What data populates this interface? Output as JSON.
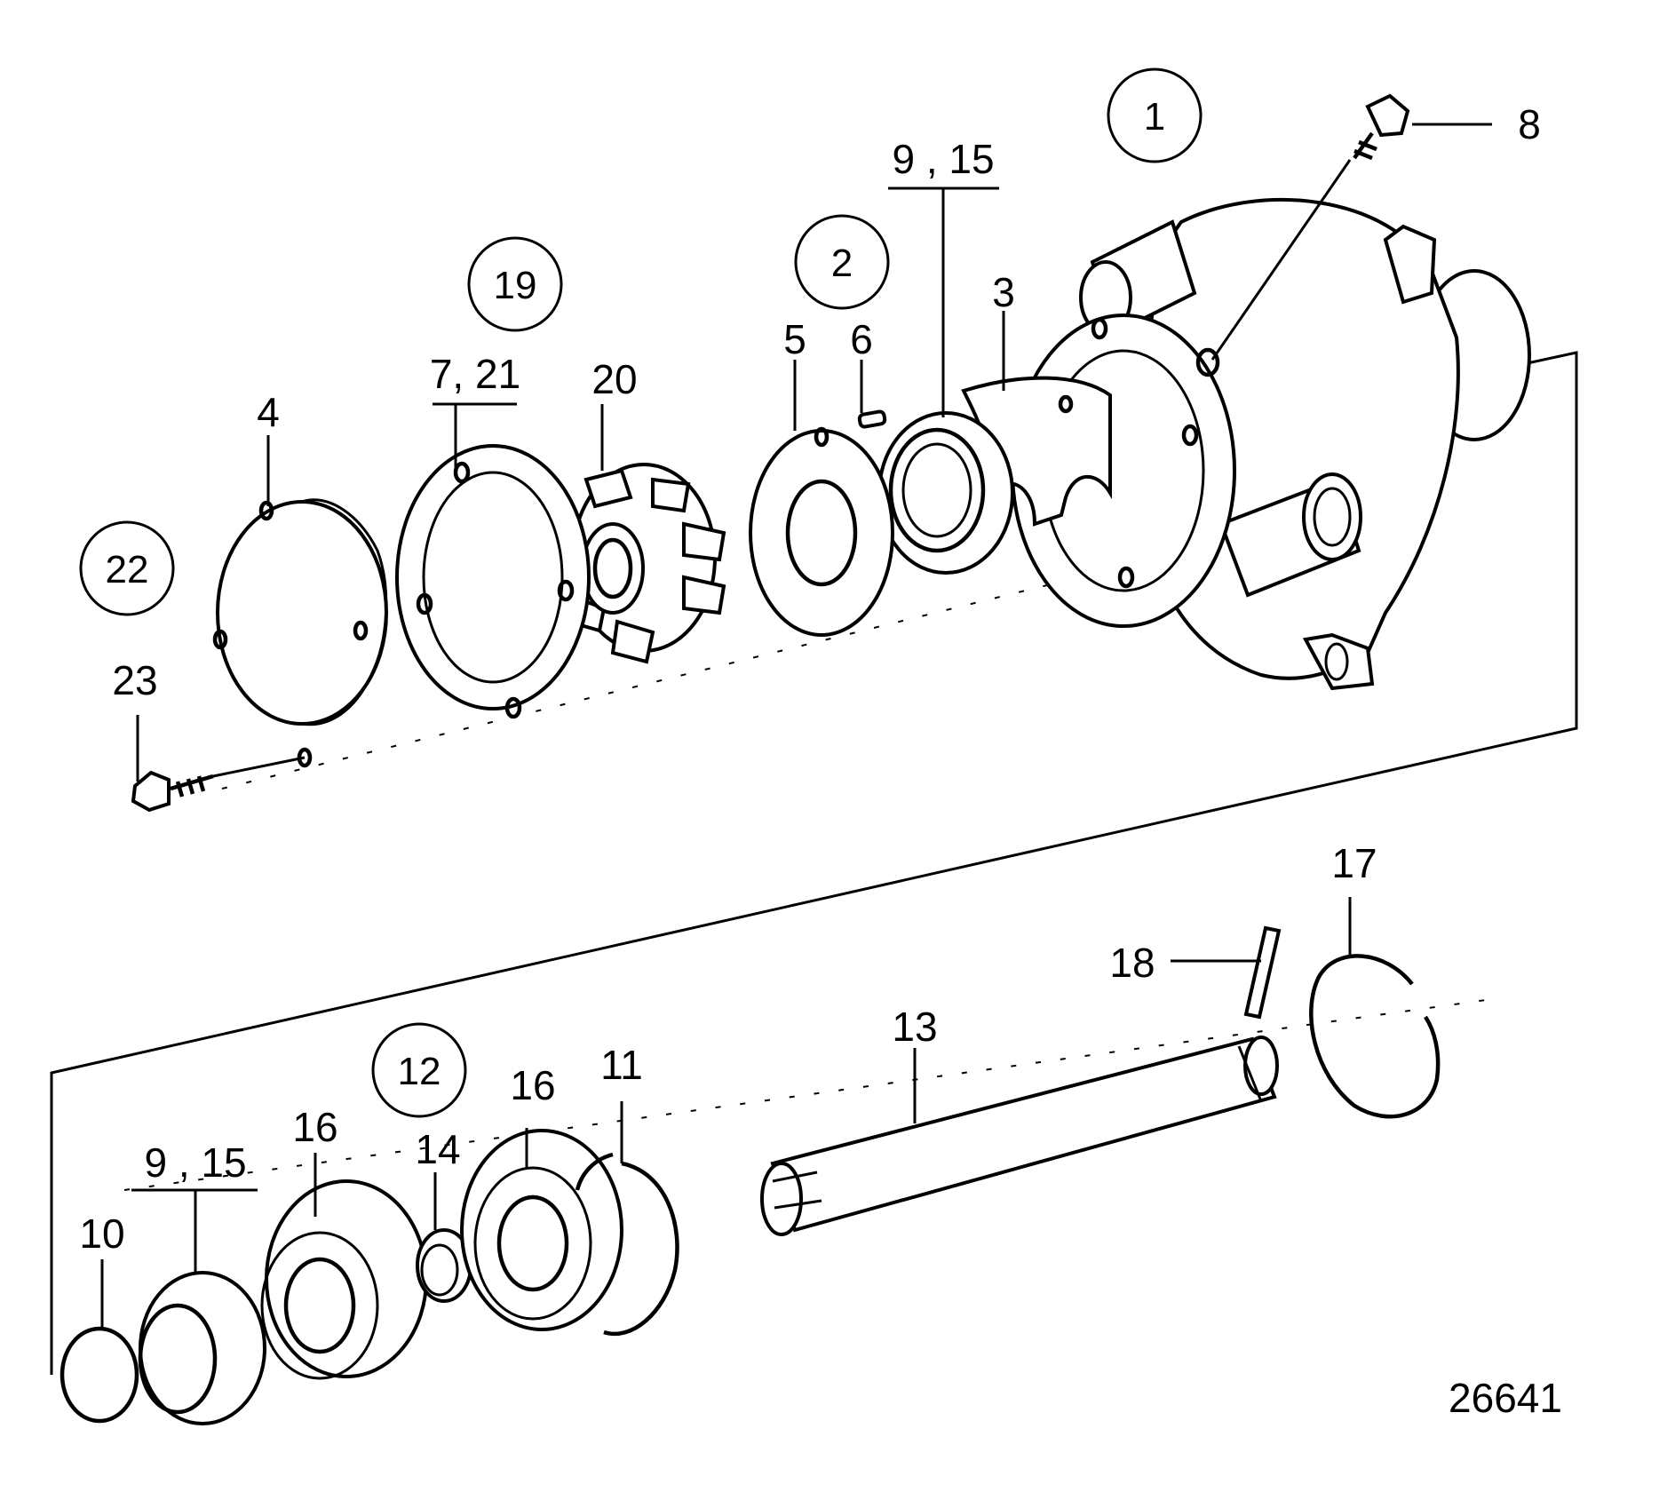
{
  "diagram": {
    "part_labels": {
      "p8": "8",
      "p9_15_top": "9 , 15",
      "p3": "3",
      "p5": "5",
      "p6": "6",
      "p7_21": "7, 21",
      "p20": "20",
      "p4": "4",
      "p23": "23",
      "p18": "18",
      "p17": "17",
      "p13": "13",
      "p11": "11",
      "p16_right": "16",
      "p16_left": "16",
      "p14": "14",
      "p9_15_bottom": "9 , 15",
      "p10": "10"
    },
    "kit_labels": {
      "k1": "1",
      "k2": "2",
      "k19": "19",
      "k22": "22",
      "k12": "12"
    },
    "figure_number": "26641"
  }
}
